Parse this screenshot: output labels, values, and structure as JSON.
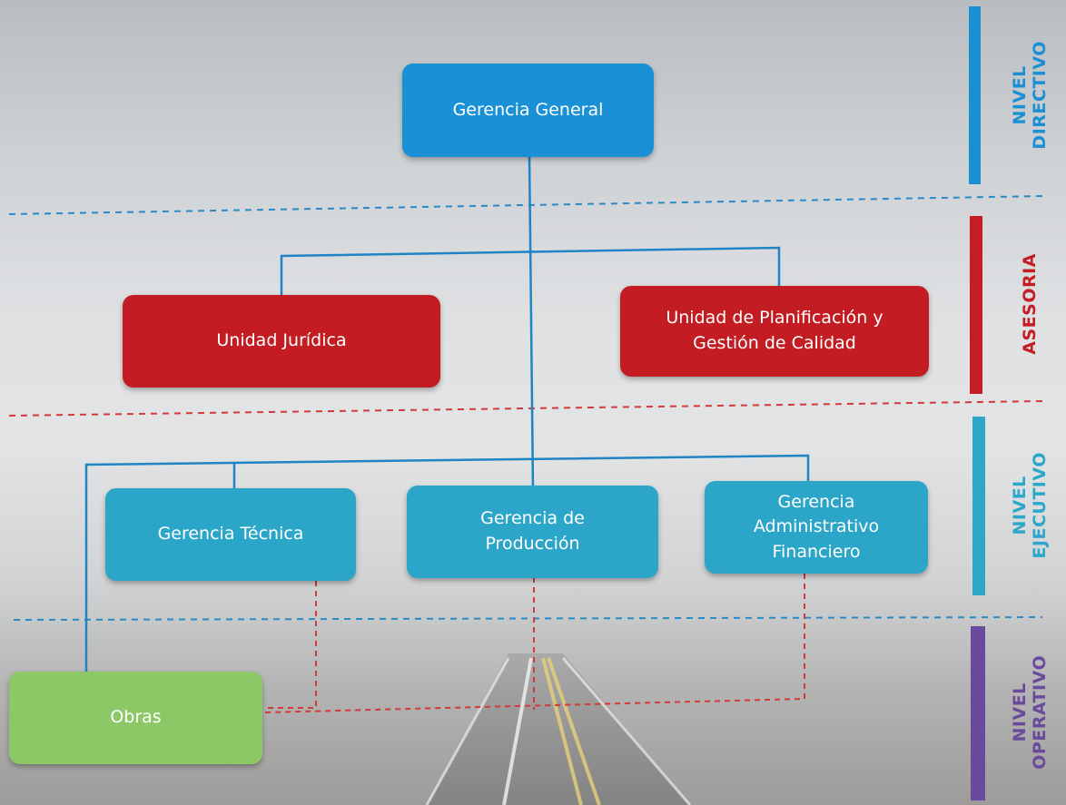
{
  "levels": [
    {
      "label": "NIVEL\nDIRECTIVO",
      "color": "#1a8fd4"
    },
    {
      "label": "ASESORIA",
      "color": "#c41e24"
    },
    {
      "label": "NIVEL\nEJECUTIVO",
      "color": "#2aa7c9"
    },
    {
      "label": "NIVEL\nOPERATIVO",
      "color": "#6a4a9c"
    }
  ],
  "nodes": {
    "gerencia_general": "Gerencia General",
    "unidad_juridica": "Unidad Jurídica",
    "unidad_planificacion": "Unidad de Planificación y\nGestión de Calidad",
    "gerencia_tecnica": "Gerencia Técnica",
    "gerencia_produccion": "Gerencia de\nProducción",
    "gerencia_administrativo": "Gerencia\nAdministrativo\nFinanciero",
    "obras": "Obras"
  },
  "colors": {
    "directivo": "#1a90d6",
    "asesoria": "#c31c22",
    "ejecutivo": "#2ba6c8",
    "operativo": "#8cc966",
    "line": "#1f84c4",
    "dashed_red": "#d43a3a",
    "dashed_blue": "#2a8ac8"
  }
}
